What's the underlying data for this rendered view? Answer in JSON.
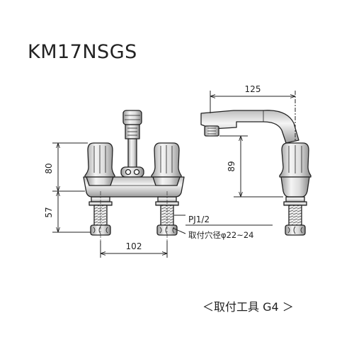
{
  "model": "KM17NSGS",
  "dimensions": {
    "overall_depth": "125",
    "spout_height": "89",
    "handle_height": "80",
    "shank_length": "57",
    "center_distance": "102"
  },
  "notes": {
    "pipe_thread": "PJ1/2",
    "mount_hole": "取付穴径φ22~24"
  },
  "tool": "＜取付工具 G4 ＞"
}
